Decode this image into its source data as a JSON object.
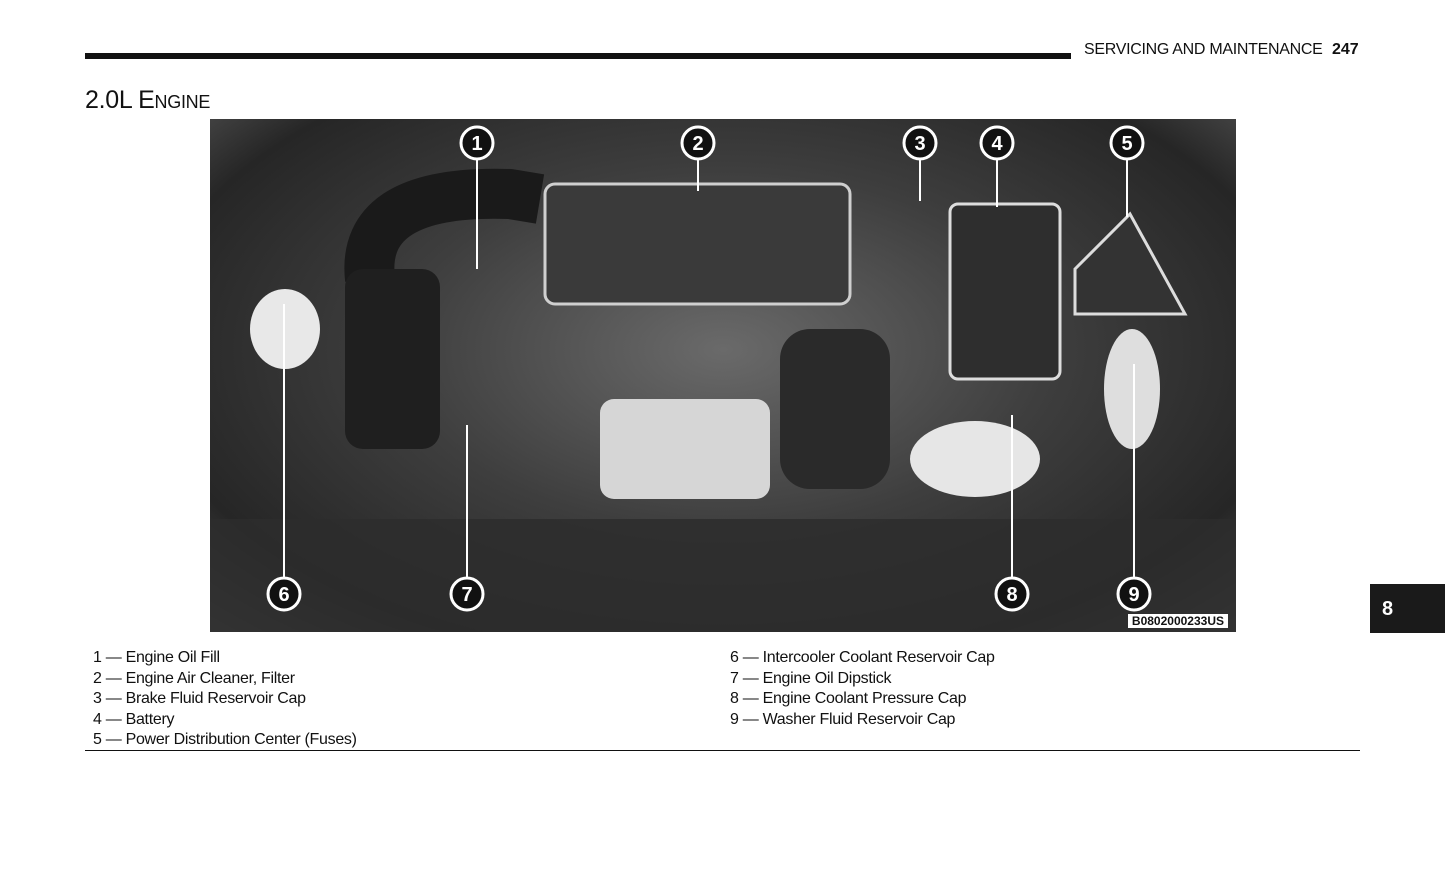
{
  "header": {
    "section": "SERVICING AND MAINTENANCE",
    "page_number": "247"
  },
  "title": "2.0L Engine",
  "figure": {
    "code": "B0802000233US",
    "callouts": [
      "1",
      "2",
      "3",
      "4",
      "5",
      "6",
      "7",
      "8",
      "9"
    ]
  },
  "chapter_tab": "8",
  "legend": {
    "left": [
      "1 — Engine Oil Fill",
      "2 — Engine Air Cleaner, Filter",
      "3 — Brake Fluid Reservoir Cap",
      "4 — Battery",
      "5 — Power Distribution Center (Fuses)"
    ],
    "right": [
      "6 — Intercooler Coolant Reservoir Cap",
      "7 — Engine Oil Dipstick",
      "8 — Engine Coolant Pressure Cap",
      "9 — Washer Fluid Reservoir Cap"
    ]
  }
}
